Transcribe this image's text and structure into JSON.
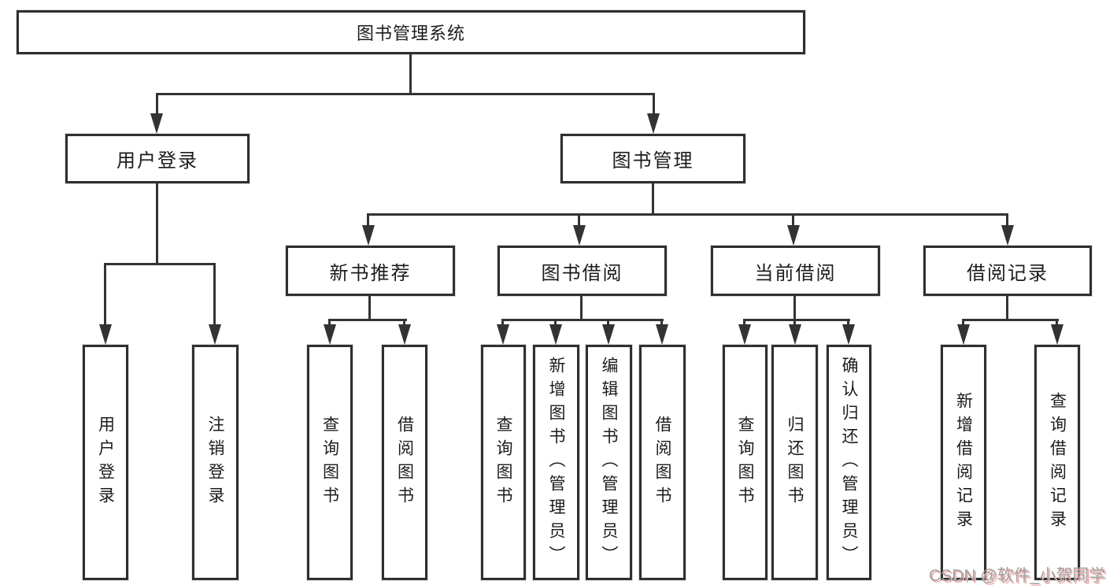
{
  "colors": {
    "line": "#333333",
    "border": "#2f2f2f",
    "text": "#1c1c1c",
    "background": "#ffffff",
    "watermark": "#a0a0a0",
    "watermark_shadow": "#f2aeae"
  },
  "watermark": {
    "text": "CSDN @软件_小贺同学"
  },
  "tree": {
    "root": {
      "label": "图书管理系统",
      "children": [
        {
          "label": "用户登录",
          "children": [
            {
              "label": "用户登录"
            },
            {
              "label": "注销登录"
            }
          ]
        },
        {
          "label": "图书管理",
          "children": [
            {
              "label": "新书推荐",
              "children": [
                {
                  "label": "查询图书"
                },
                {
                  "label": "借阅图书"
                }
              ]
            },
            {
              "label": "图书借阅",
              "children": [
                {
                  "label": "查询图书"
                },
                {
                  "label": "新增图书（管理员）"
                },
                {
                  "label": "编辑图书（管理员）"
                },
                {
                  "label": "借阅图书"
                }
              ]
            },
            {
              "label": "当前借阅",
              "children": [
                {
                  "label": "查询图书"
                },
                {
                  "label": "归还图书"
                },
                {
                  "label": "确认归还（管理员）"
                }
              ]
            },
            {
              "label": "借阅记录",
              "children": [
                {
                  "label": "新增借阅记录"
                },
                {
                  "label": "查询借阅记录"
                }
              ]
            }
          ]
        }
      ]
    }
  }
}
